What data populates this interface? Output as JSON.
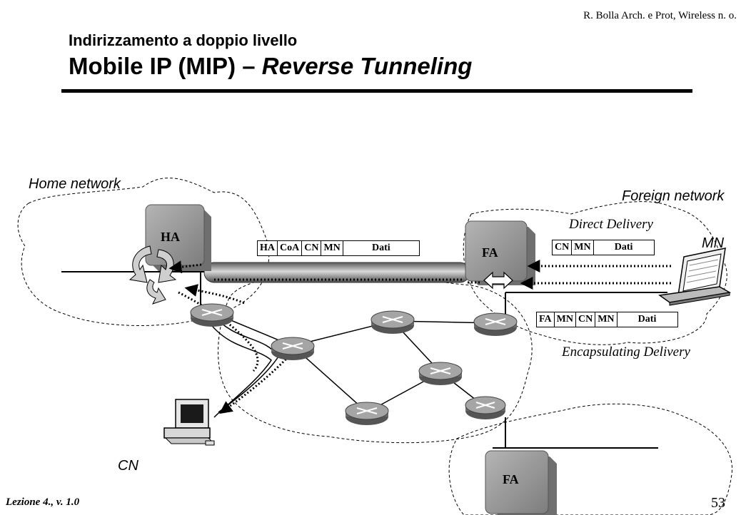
{
  "header": {
    "credit": "R. Bolla Arch. e Prot, Wireless n. o.",
    "subtitle": "Indirizzamento a doppio livello",
    "title_main": "Mobile IP (MIP) – ",
    "title_italic": "Reverse Tunneling"
  },
  "footer": {
    "lecture": "Lezione 4., v. 1.0",
    "page": "53"
  },
  "labels": {
    "home_network": "Home network",
    "foreign_network": "Foreign network",
    "mn": "MN",
    "cn": "CN",
    "direct_delivery": "Direct Delivery",
    "encapsulating_delivery": "Encapsulating Delivery"
  },
  "nodes": {
    "ha": "HA",
    "fa": "FA",
    "fa2": "FA"
  },
  "packets": {
    "tunnel_packet": [
      "HA",
      "CoA",
      "CN",
      "MN",
      "Dati"
    ],
    "direct_packet": [
      "CN",
      "MN",
      "Dati"
    ],
    "encap_packet": [
      "FA",
      "MN",
      "CN",
      "MN",
      "Dati"
    ]
  },
  "colors": {
    "node_gray": "#8c8c8c",
    "router_gray": "#9a9a9a",
    "tunnel_gray": "#9c9c9c"
  }
}
